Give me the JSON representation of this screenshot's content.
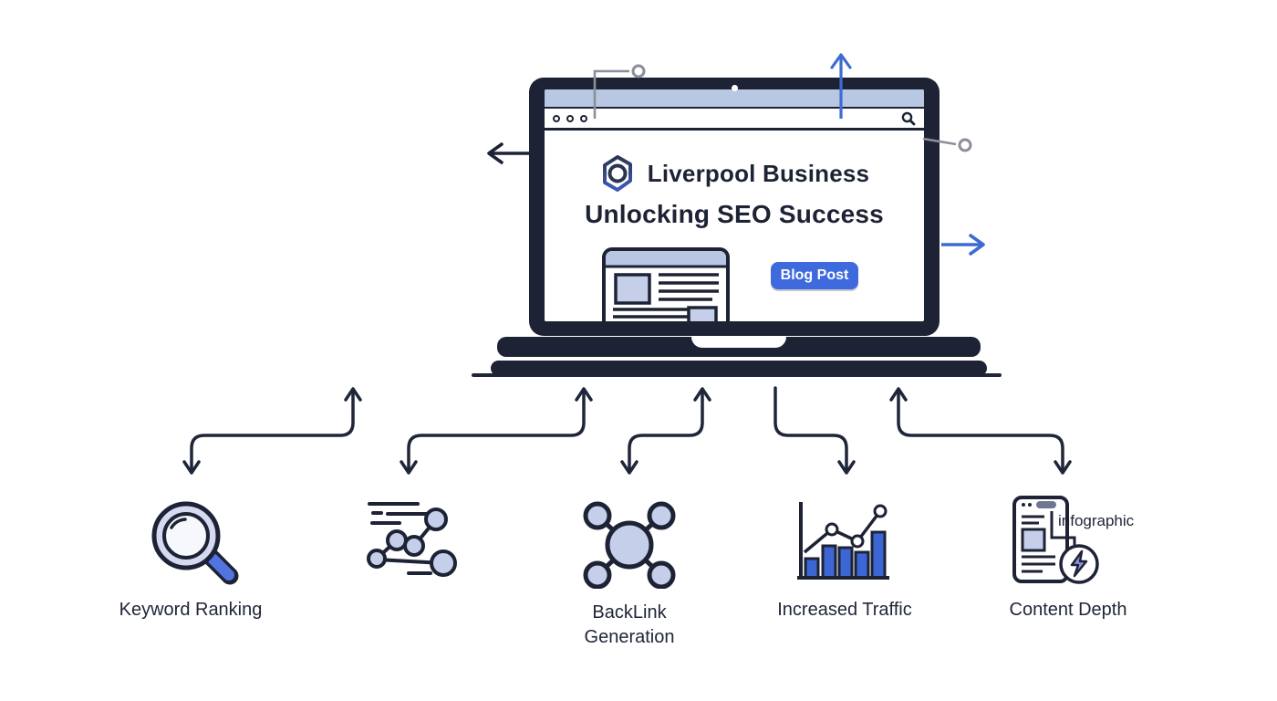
{
  "header": {
    "title": "Liverpool Business",
    "subtitle": "Unlocking SEO Success",
    "blog_button": "Blog Post"
  },
  "items": [
    {
      "id": "keyword-ranking",
      "label": "Keyword Ranking",
      "icon": "magnifier-icon"
    },
    {
      "id": "ranking-graph",
      "label": "",
      "icon": "scatter-graph-icon"
    },
    {
      "id": "backlink-generation",
      "label": "BackLink Generation",
      "icon": "network-hub-icon"
    },
    {
      "id": "increased-traffic",
      "label": "Increased Traffic",
      "icon": "bar-chart-icon"
    },
    {
      "id": "content-depth",
      "label": "Content Depth",
      "icon": "document-lightning-icon",
      "annotation": "infographic"
    }
  ],
  "colors": {
    "ink": "#1d2335",
    "accent_blue": "#3e6bd0",
    "button_blue": "#3e6ade",
    "titlebar_blue": "#b8c7e2",
    "node_fill": "#c5cfea",
    "lens_fill": "#d5daf1",
    "bar_blue": "#3c66d4",
    "bolt_fill": "#8e97dc",
    "connector_gray": "#8a8f98"
  }
}
